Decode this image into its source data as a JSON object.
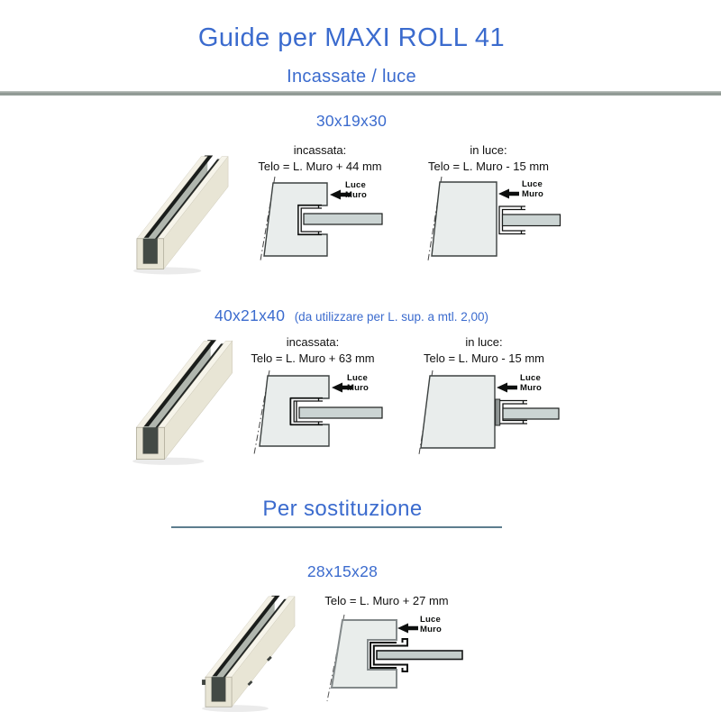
{
  "header": {
    "title": "Guide per MAXI ROLL 41",
    "subtitle": "Incassate / luce"
  },
  "labels": {
    "luce": "Luce",
    "muro": "Muro"
  },
  "sections": {
    "s1": {
      "heading": "30x19x30",
      "incassata_title": "incassata:",
      "incassata_formula": "Telo = L. Muro + 44 mm",
      "inluce_title": "in luce:",
      "inluce_formula": "Telo = L. Muro - 15 mm"
    },
    "s2": {
      "heading": "40x21x40",
      "heading_note": "(da utilizzare per L. sup. a mtl. 2,00)",
      "incassata_title": "incassata:",
      "incassata_formula": "Telo = L. Muro + 63 mm",
      "inluce_title": "in luce:",
      "inluce_formula": "Telo = L. Muro - 15 mm"
    },
    "s3": {
      "heading": "Per sostituzione",
      "size_label": "28x15x28",
      "formula": "Telo = L. Muro + 27 mm"
    }
  },
  "colors": {
    "accent_blue": "#3b6bce",
    "wall_fill": "#e9edec",
    "telo_bar_fill": "#cbd4d3",
    "profile_cream": "#e8e5d5",
    "rule_grey_blue": "#5d7d8e"
  }
}
